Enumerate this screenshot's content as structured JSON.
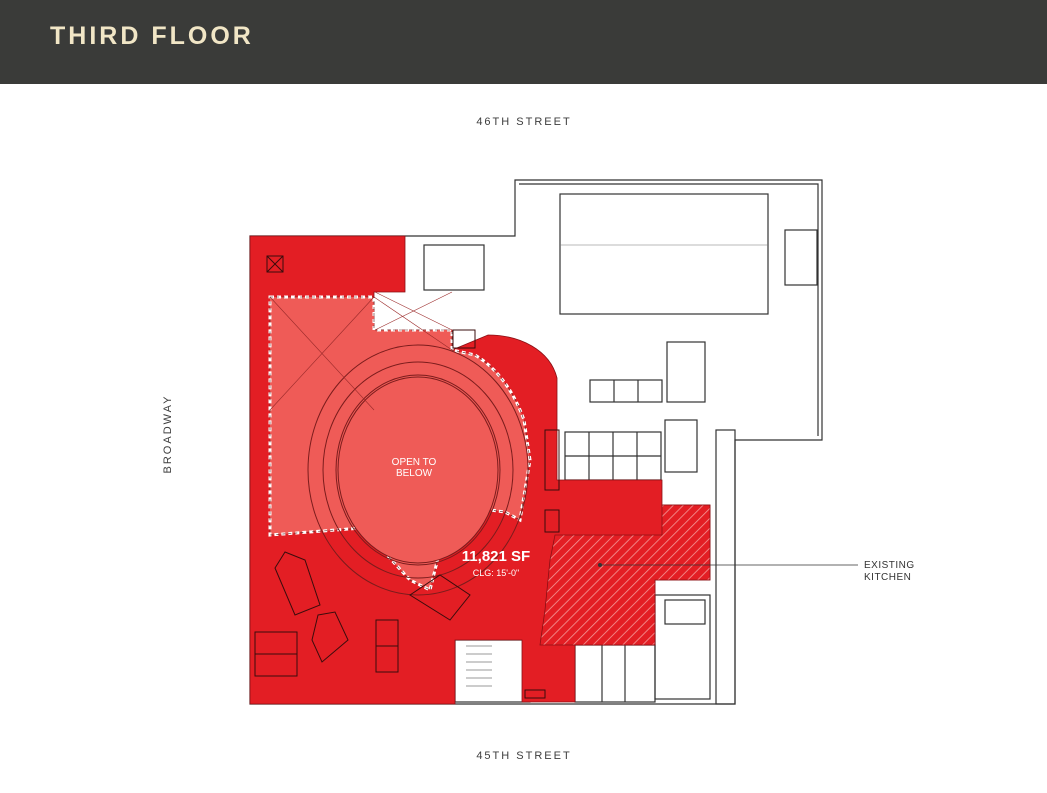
{
  "header": {
    "title": "THIRD FLOOR"
  },
  "streets": {
    "north": "46TH STREET",
    "south": "45TH STREET",
    "west": "BROADWAY"
  },
  "plan": {
    "open_label_line1": "OPEN TO",
    "open_label_line2": "BELOW",
    "area": "11,821 SF",
    "ceiling": "CLG: 15'-0\"",
    "callout_line1": "EXISTING",
    "callout_line2": "KITCHEN"
  },
  "colors": {
    "header_bg": "#3a3b39",
    "title": "#f1e6c6",
    "space_red": "#e31e24",
    "open_area": "#ef5b57",
    "line": "#333333"
  }
}
